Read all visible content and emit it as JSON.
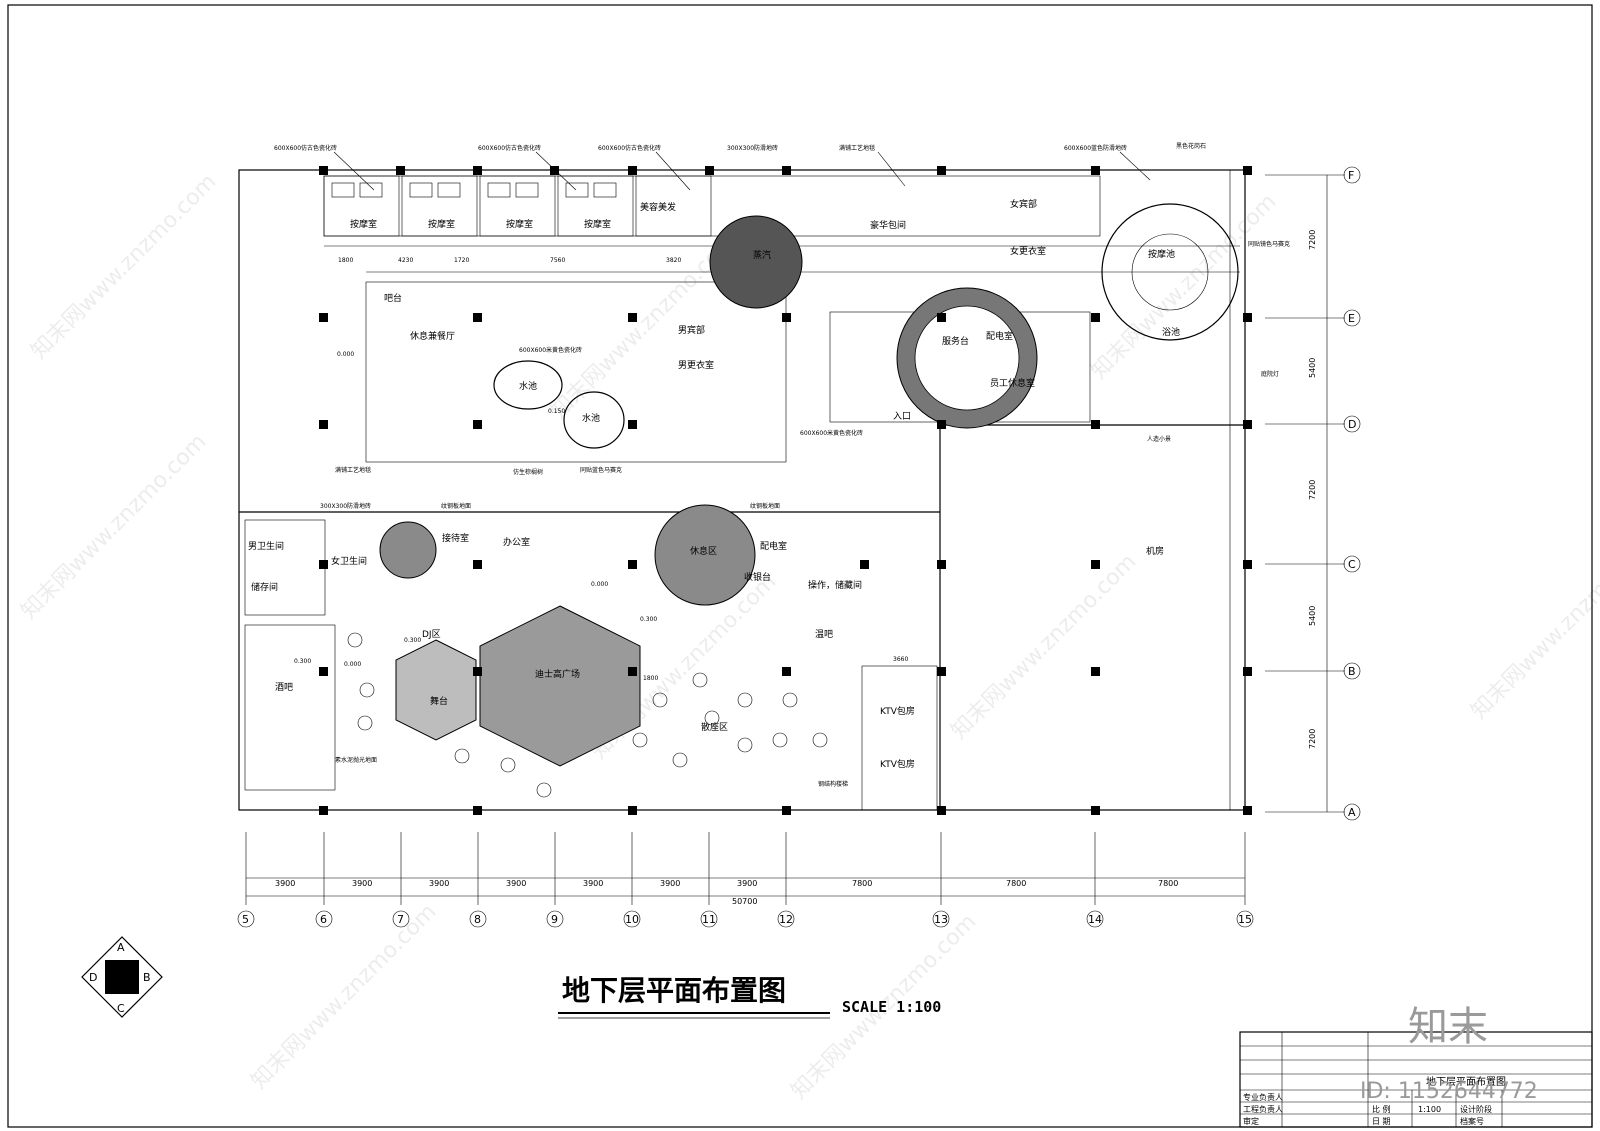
{
  "drawing": {
    "title": "地下层平面布置图",
    "scale": "SCALE 1:100",
    "axes_x": [
      "5",
      "6",
      "7",
      "8",
      "9",
      "10",
      "11",
      "12",
      "13",
      "14",
      "15"
    ],
    "axes_y": [
      "F",
      "E",
      "D",
      "C",
      "B",
      "A"
    ],
    "dims_x": [
      "3900",
      "3900",
      "3900",
      "3900",
      "3900",
      "3900",
      "3900",
      "7800",
      "7800",
      "7800"
    ],
    "dim_total": "50700",
    "dims_y": [
      "7200",
      "5400",
      "7200",
      "5400",
      "7200"
    ],
    "dims_top": [
      "1800",
      "4230",
      "1720",
      "7560",
      "3820"
    ],
    "compass": [
      "A",
      "B",
      "C",
      "D"
    ]
  },
  "rooms": {
    "massage1": "按摩室",
    "massage2": "按摩室",
    "massage3": "按摩室",
    "massage4": "按摩室",
    "beauty": "美容美发",
    "vip": "豪华包间",
    "ladies_bath": "女宾部",
    "ladies_change": "女更衣室",
    "massage_pool": "按摩池",
    "bath_pool": "浴池",
    "lounge": "休息兼餐厅",
    "bar": "吧台",
    "mens_bath": "男宾部",
    "mens_change": "男更衣室",
    "pool1": "水池",
    "pool2": "水池",
    "sauna": "蒸汽",
    "service": "服务台",
    "power": "配电室",
    "staff": "员工休息室",
    "entry": "入口",
    "plant": "机房",
    "kitchen": "配电室",
    "office": "办公室",
    "reception": "接待室",
    "mens_wc": "男卫生间",
    "ladies_wc": "女卫生间",
    "store": "储存间",
    "op": "操作，储藏间",
    "dj": "DJ区",
    "disco": "迪士高广场",
    "dance": "舞台",
    "rest": "休息区",
    "seats": "散座区",
    "cash": "收银台",
    "ktv1": "KTV包房",
    "ktv2": "KTV包房",
    "warm": "温吧",
    "wine": "酒吧"
  },
  "notes": {
    "n1": "600X600仿古色瓷化砖",
    "n2": "600X600仿古色瓷化砖",
    "n3": "600X600仿古色瓷化砖",
    "n4": "300X300防滑地砖",
    "n5": "满铺工艺地毯",
    "n6": "600X600蓝色防滑地砖",
    "n7": "黑色花岗石",
    "n8": "600X600米黄色瓷化砖",
    "n9": "满铺工艺地毯",
    "n10": "仿生棕榈树",
    "n11": "同贴蓝色马赛克",
    "n12": "600X600米黄色瓷化砖",
    "n13": "纹钢板地面",
    "n14": "纹钢板地面",
    "n15": "300X300防滑地砖",
    "n16": "素水泥抛光地面",
    "n17": "钢结构楼梯",
    "n18": "同贴镜色马赛克",
    "n19": "庭院灯",
    "n20": "人造小景",
    "n21": "0.000",
    "n22": "0.000",
    "n23": "0.300",
    "n24": "0.300",
    "n25": "0.000",
    "n26": "0.300",
    "n27": "0.150",
    "n28": "1800",
    "n29": "3660"
  },
  "titleblock": {
    "name": "地下层平面布置图",
    "r1": "专业负责人",
    "r2": "工程负责人",
    "r3": "审定",
    "s1": "比  例",
    "s2": "1:100",
    "s3": "日 期",
    "s4": "设计阶段",
    "s5": "档案号"
  },
  "watermark": {
    "brand": "知末",
    "id": "ID: 1152644772",
    "url": "知末网www.znzmo.com"
  }
}
